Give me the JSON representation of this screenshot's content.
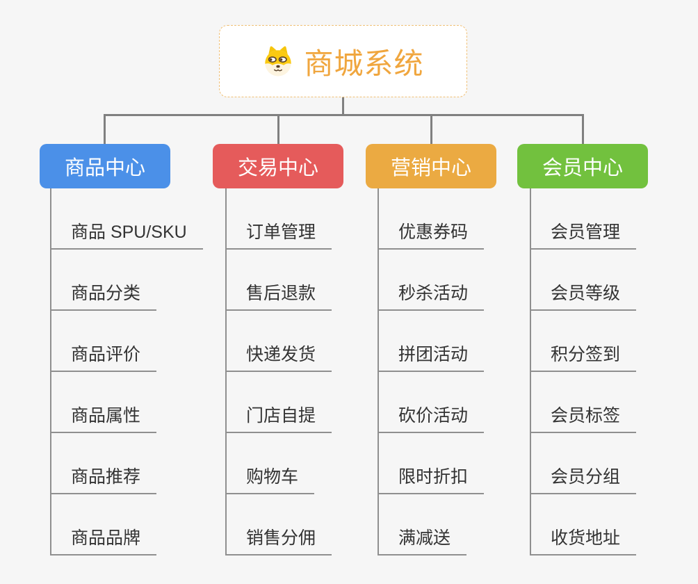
{
  "root": {
    "title": "商城系统",
    "icon": "dog-face-icon"
  },
  "branches": [
    {
      "label": "商品中心",
      "color": "#4b90e8",
      "items": [
        "商品 SPU/SKU",
        "商品分类",
        "商品评价",
        "商品属性",
        "商品推荐",
        "商品品牌"
      ]
    },
    {
      "label": "交易中心",
      "color": "#e55b5b",
      "items": [
        "订单管理",
        "售后退款",
        "快递发货",
        "门店自提",
        "购物车",
        "销售分佣"
      ]
    },
    {
      "label": "营销中心",
      "color": "#ebaa42",
      "items": [
        "优惠券码",
        "秒杀活动",
        "拼团活动",
        "砍价活动",
        "限时折扣",
        "满减送"
      ]
    },
    {
      "label": "会员中心",
      "color": "#72c13e",
      "items": [
        "会员管理",
        "会员等级",
        "积分签到",
        "会员标签",
        "会员分组",
        "收货地址"
      ]
    }
  ],
  "palette": {
    "background": "#f6f6f6",
    "root_border": "#f0bf74",
    "root_title": "#f0a63e",
    "connector": "#808080",
    "trunk_underline": "#8f8f8f",
    "leaf_text": "#333333"
  }
}
